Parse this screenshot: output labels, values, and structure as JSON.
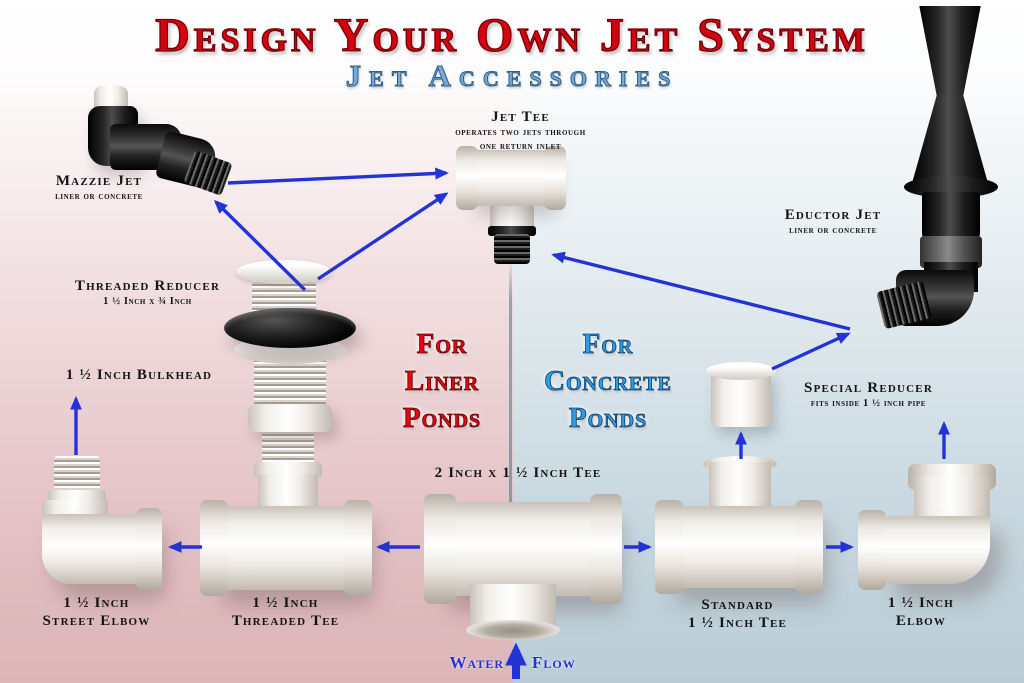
{
  "title": "Design Your Own Jet System",
  "subtitle": "Jet Accessories",
  "categories": {
    "liner": {
      "word1": "For",
      "word2": "Liner",
      "word3": "Ponds"
    },
    "concrete": {
      "word1": "For",
      "word2": "Concrete",
      "word3": "Ponds"
    }
  },
  "parts": {
    "mazzie_jet": {
      "name": "Mazzie Jet",
      "note": "liner or concrete"
    },
    "jet_tee": {
      "name": "Jet Tee",
      "note1": "operates two jets through",
      "note2": "one return inlet"
    },
    "eductor_jet": {
      "name": "Eductor Jet",
      "note": "liner or concrete"
    },
    "threaded_reducer": {
      "name": "Threaded Reducer",
      "note": "1 ½ Inch x ¾ Inch"
    },
    "bulkhead": {
      "name": "1 ½ Inch Bulkhead"
    },
    "special_reducer": {
      "name": "Special Reducer",
      "note": "fits inside 1 ½ inch pipe"
    },
    "center_tee": {
      "name": "2 Inch x 1 ½ Inch Tee"
    },
    "street_elbow": {
      "name_line1": "1 ½ Inch",
      "name_line2": "Street Elbow"
    },
    "threaded_tee": {
      "name_line1": "1 ½ Inch",
      "name_line2": "Threaded Tee"
    },
    "standard_tee": {
      "name_line1": "Standard",
      "name_line2": "1 ½ Inch Tee"
    },
    "elbow": {
      "name_line1": "1 ½ Inch",
      "name_line2": "Elbow"
    }
  },
  "flow": {
    "water": "Water",
    "flow": "Flow"
  },
  "colors": {
    "title_red": "#d6000f",
    "subtitle_blue": "#74aad9",
    "liner_red": "#e30613",
    "concrete_blue": "#2f9ce8",
    "arrow_blue": "#2433d6"
  }
}
